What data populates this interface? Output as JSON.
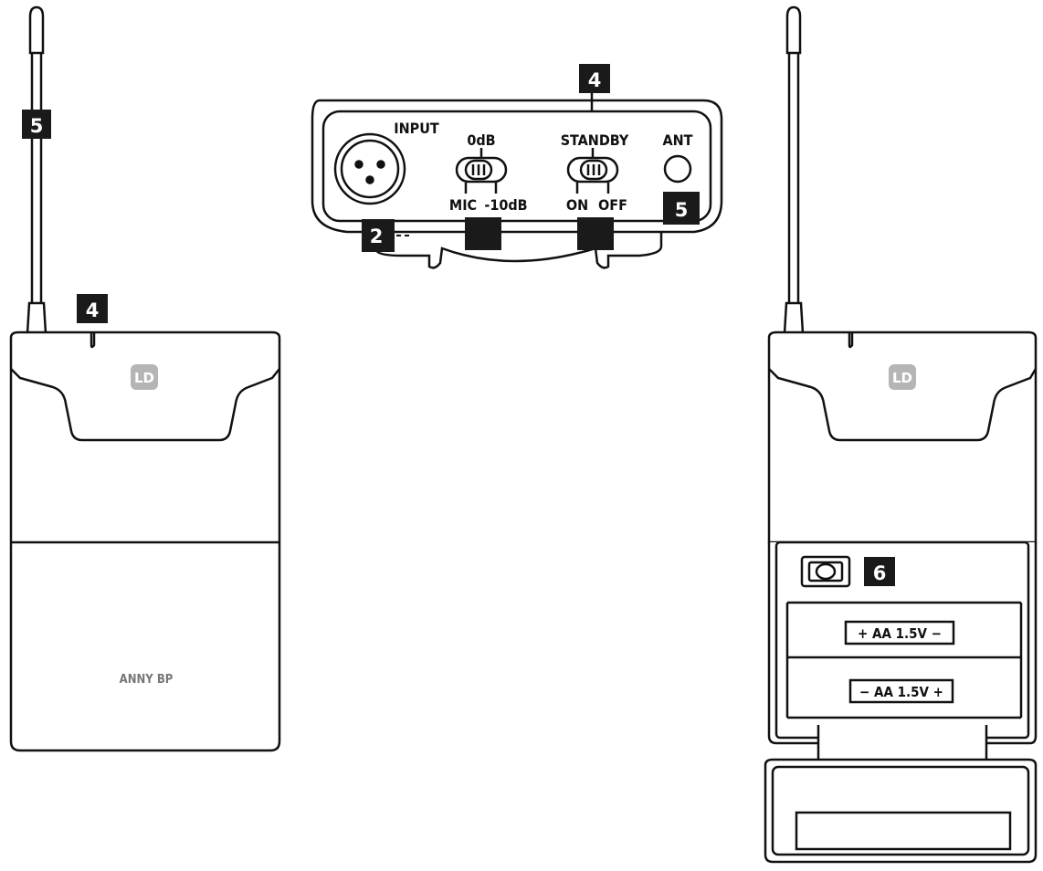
{
  "callouts": {
    "antenna_left": "5",
    "top_left_unit": "4",
    "top_panel": "4",
    "ant_panel": "5",
    "input_panel": "2",
    "battery": "6"
  },
  "panel": {
    "input_label": "INPUT",
    "gain_top_label": "0dB",
    "gain_left_label": "MIC",
    "gain_right_label": "-10dB",
    "standby_label": "STANDBY",
    "on_label": "ON",
    "off_label": "OFF",
    "ant_label": "ANT"
  },
  "front_unit": {
    "logo": "LD",
    "model": "ANNY BP"
  },
  "back_unit": {
    "logo": "LD",
    "battery_top": "+ AA 1.5V −",
    "battery_bottom": "− AA 1.5V +"
  },
  "colors": {
    "badge": "#1a1a1a",
    "outline": "#111111",
    "logo": "#b5b5b5",
    "model_text": "#777777"
  }
}
